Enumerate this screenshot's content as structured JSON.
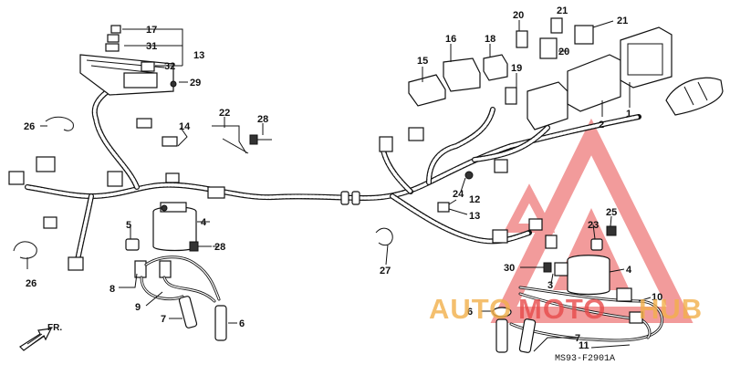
{
  "diagram": {
    "code": "MS93-F2901A",
    "direction_label": "FR.",
    "callouts": {
      "c1": "1",
      "c2": "2",
      "c3": "3",
      "c4a": "4",
      "c4b": "4",
      "c5": "5",
      "c6a": "6",
      "c6b": "6",
      "c7a": "7",
      "c7b": "7",
      "c8": "8",
      "c9": "9",
      "c10": "10",
      "c11": "11",
      "c12": "12",
      "c13a": "13",
      "c13b": "13",
      "c14": "14",
      "c15": "15",
      "c16": "16",
      "c17": "17",
      "c18": "18",
      "c19": "19",
      "c20a": "20",
      "c20b": "20",
      "c21a": "21",
      "c21b": "21",
      "c22": "22",
      "c23": "23",
      "c24": "24",
      "c25": "25",
      "c26a": "26",
      "c26b": "26",
      "c27": "27",
      "c28a": "28",
      "c28b": "28",
      "c29": "29",
      "c30": "30",
      "c31": "31",
      "c32": "32"
    }
  },
  "watermark": {
    "text_a": "AUTO",
    "text_b": "MOTO",
    "text_c": "HUB",
    "color_orange": "#f2b04a",
    "color_red": "#e84a4a"
  }
}
